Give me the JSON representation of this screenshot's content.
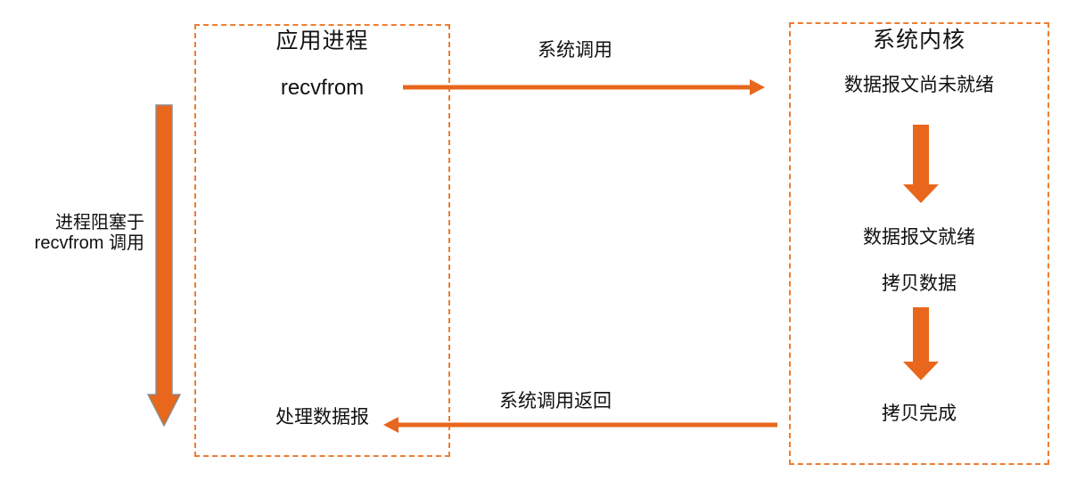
{
  "left_box": {
    "title": "应用进程",
    "call_label": "recvfrom",
    "result_label": "处理数据报"
  },
  "right_box": {
    "title": "系统内核",
    "steps": [
      "数据报文尚未就绪",
      "数据报文就绪",
      "拷贝数据",
      "拷贝完成"
    ]
  },
  "arrows": {
    "syscall_label": "系统调用",
    "return_label": "系统调用返回",
    "blocking_label_line1": "进程阻塞于",
    "blocking_label_line2": "recvfrom 调用"
  },
  "colors": {
    "accent": "#E8671C",
    "border": "#ED7D31",
    "text": "#111111",
    "arrow_outline": "#8C8C8C",
    "background": "#FFFFFF"
  }
}
